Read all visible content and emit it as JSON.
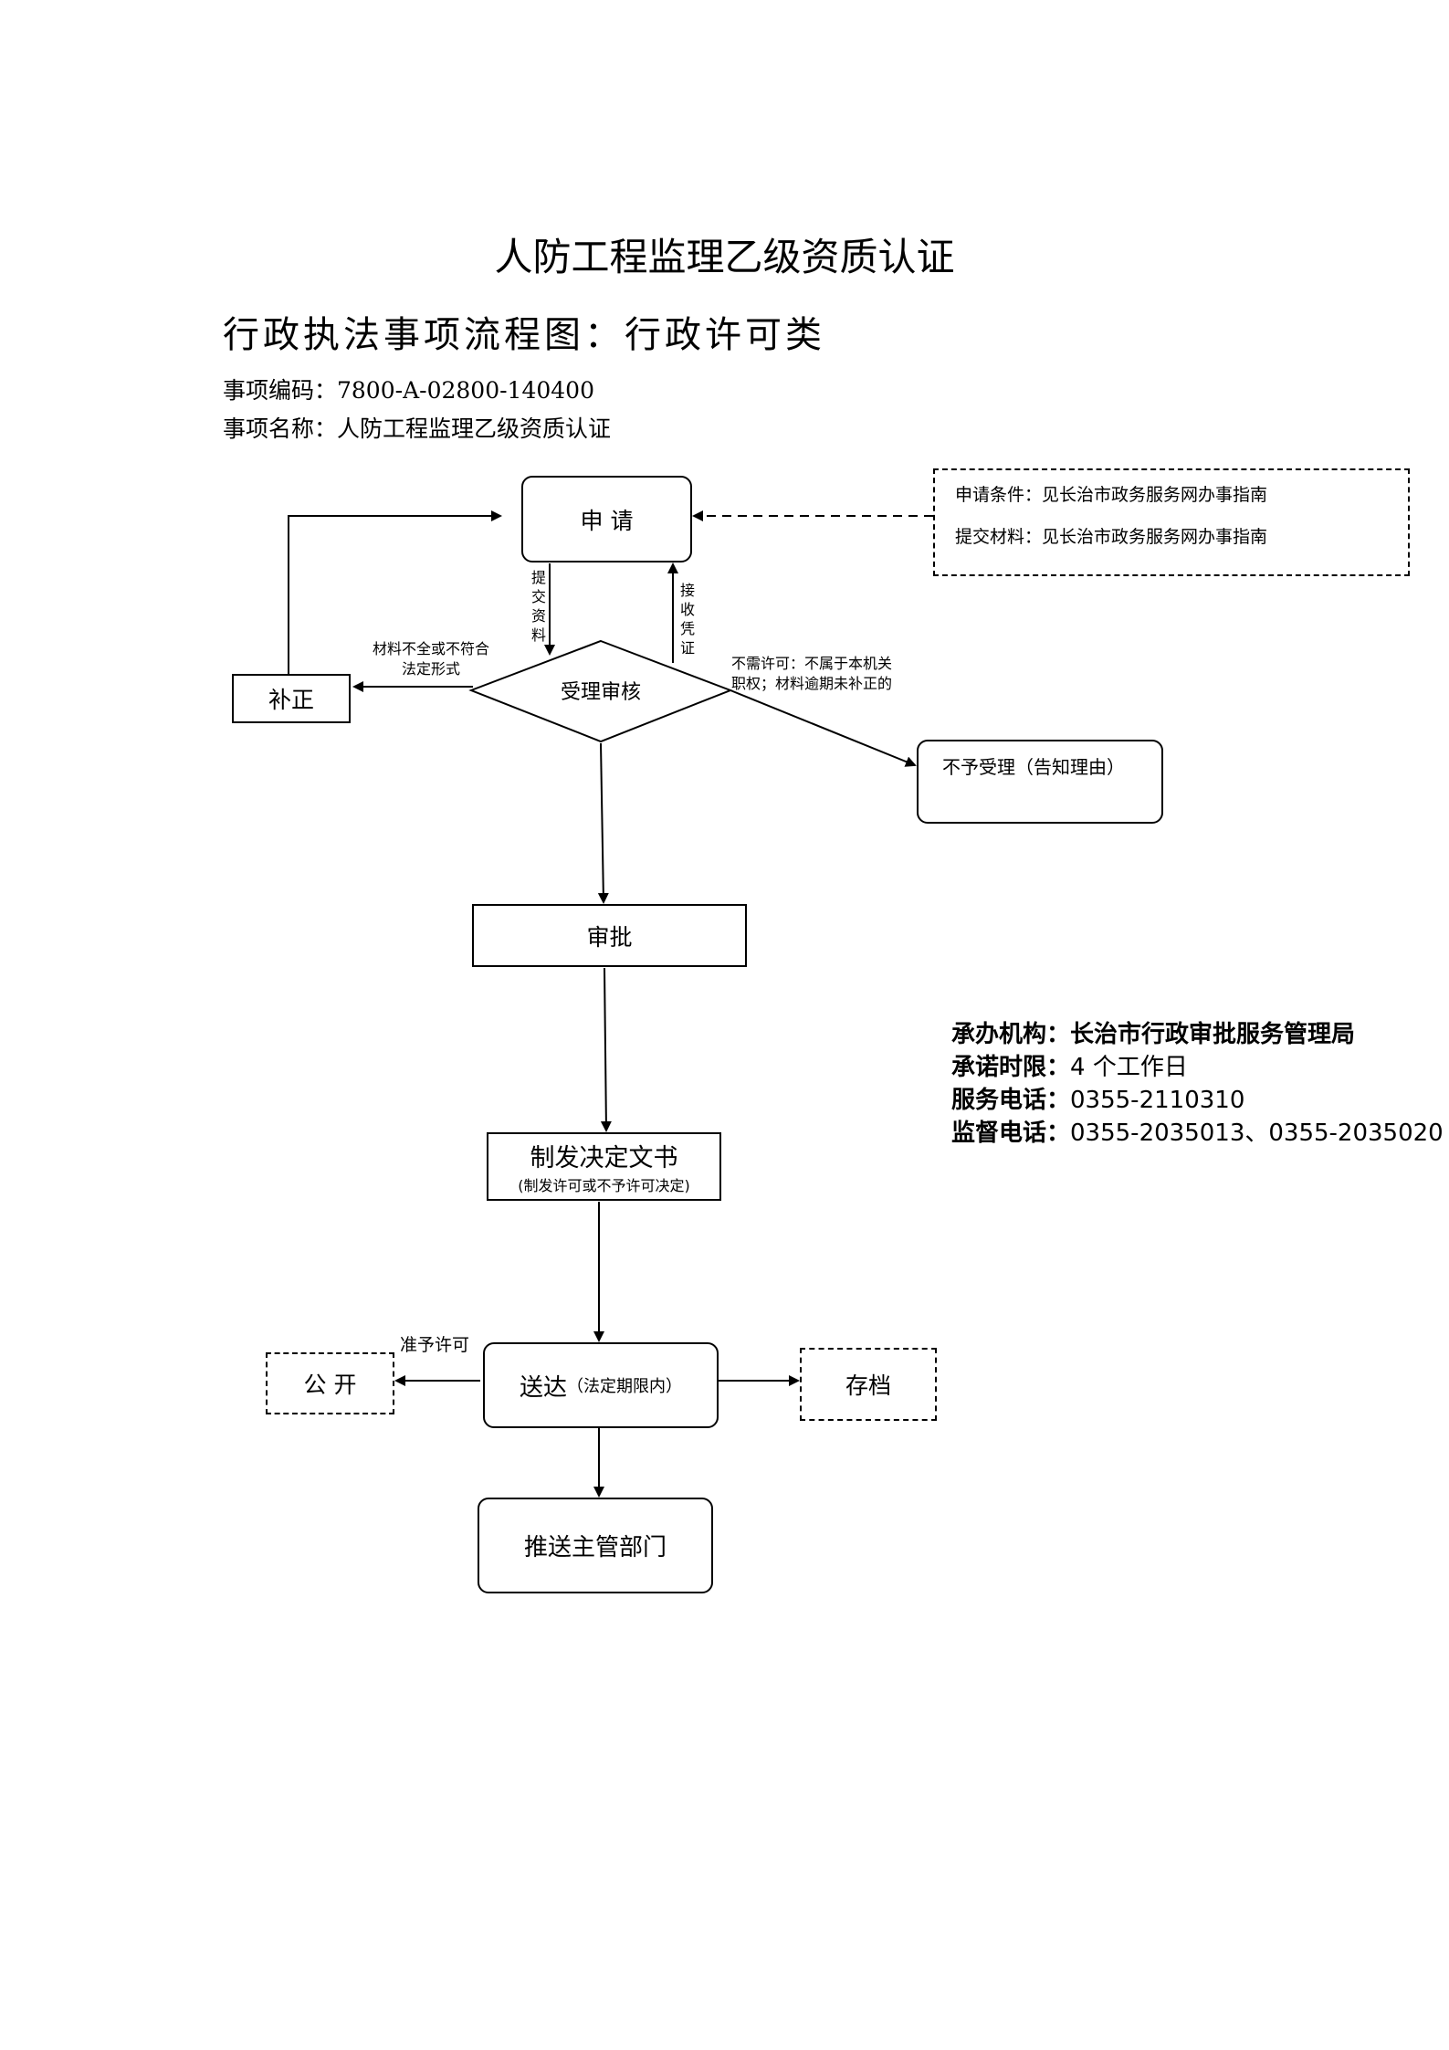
{
  "header": {
    "title": "人防工程监理乙级资质认证",
    "subtitle": "行政执法事项流程图：行政许可类",
    "code_line": "事项编码：7800-A-02800-140400",
    "name_line": "事项名称：人防工程监理乙级资质认证"
  },
  "flow": {
    "apply": "申 请",
    "conditions_line1": "申请条件：见长治市政务服务网办事指南",
    "conditions_line2": "提交材料：见长治市政务服务网办事指南",
    "submit_label": "提交资料",
    "receipt_label": "接收凭证",
    "review": "受理审核",
    "correction": "补正",
    "correction_reason_1": "材料不全或不符合",
    "correction_reason_2": "法定形式",
    "reject_reason_1": "不需许可：不属于本机关",
    "reject_reason_2": "职权；材料逾期未补正的",
    "reject": "不予受理（告知理由）",
    "approve": "审批",
    "decision_main": "制发决定文书",
    "decision_sub": "(制发许可或不予许可决定)",
    "deliver_main": "送达",
    "deliver_sub": "（法定期限内）",
    "grant_label": "准予许可",
    "publish": "公 开",
    "archive": "存档",
    "push": "推送主管部门"
  },
  "info": {
    "org_label": "承办机构：",
    "org_value": "长治市行政审批服务管理局",
    "limit_label": "承诺时限：",
    "limit_value": "4 个工作日",
    "service_label": "服务电话：",
    "service_value": "0355-2110310",
    "supervise_label": "监督电话：",
    "supervise_value": "0355-2035013、0355-2035020"
  }
}
